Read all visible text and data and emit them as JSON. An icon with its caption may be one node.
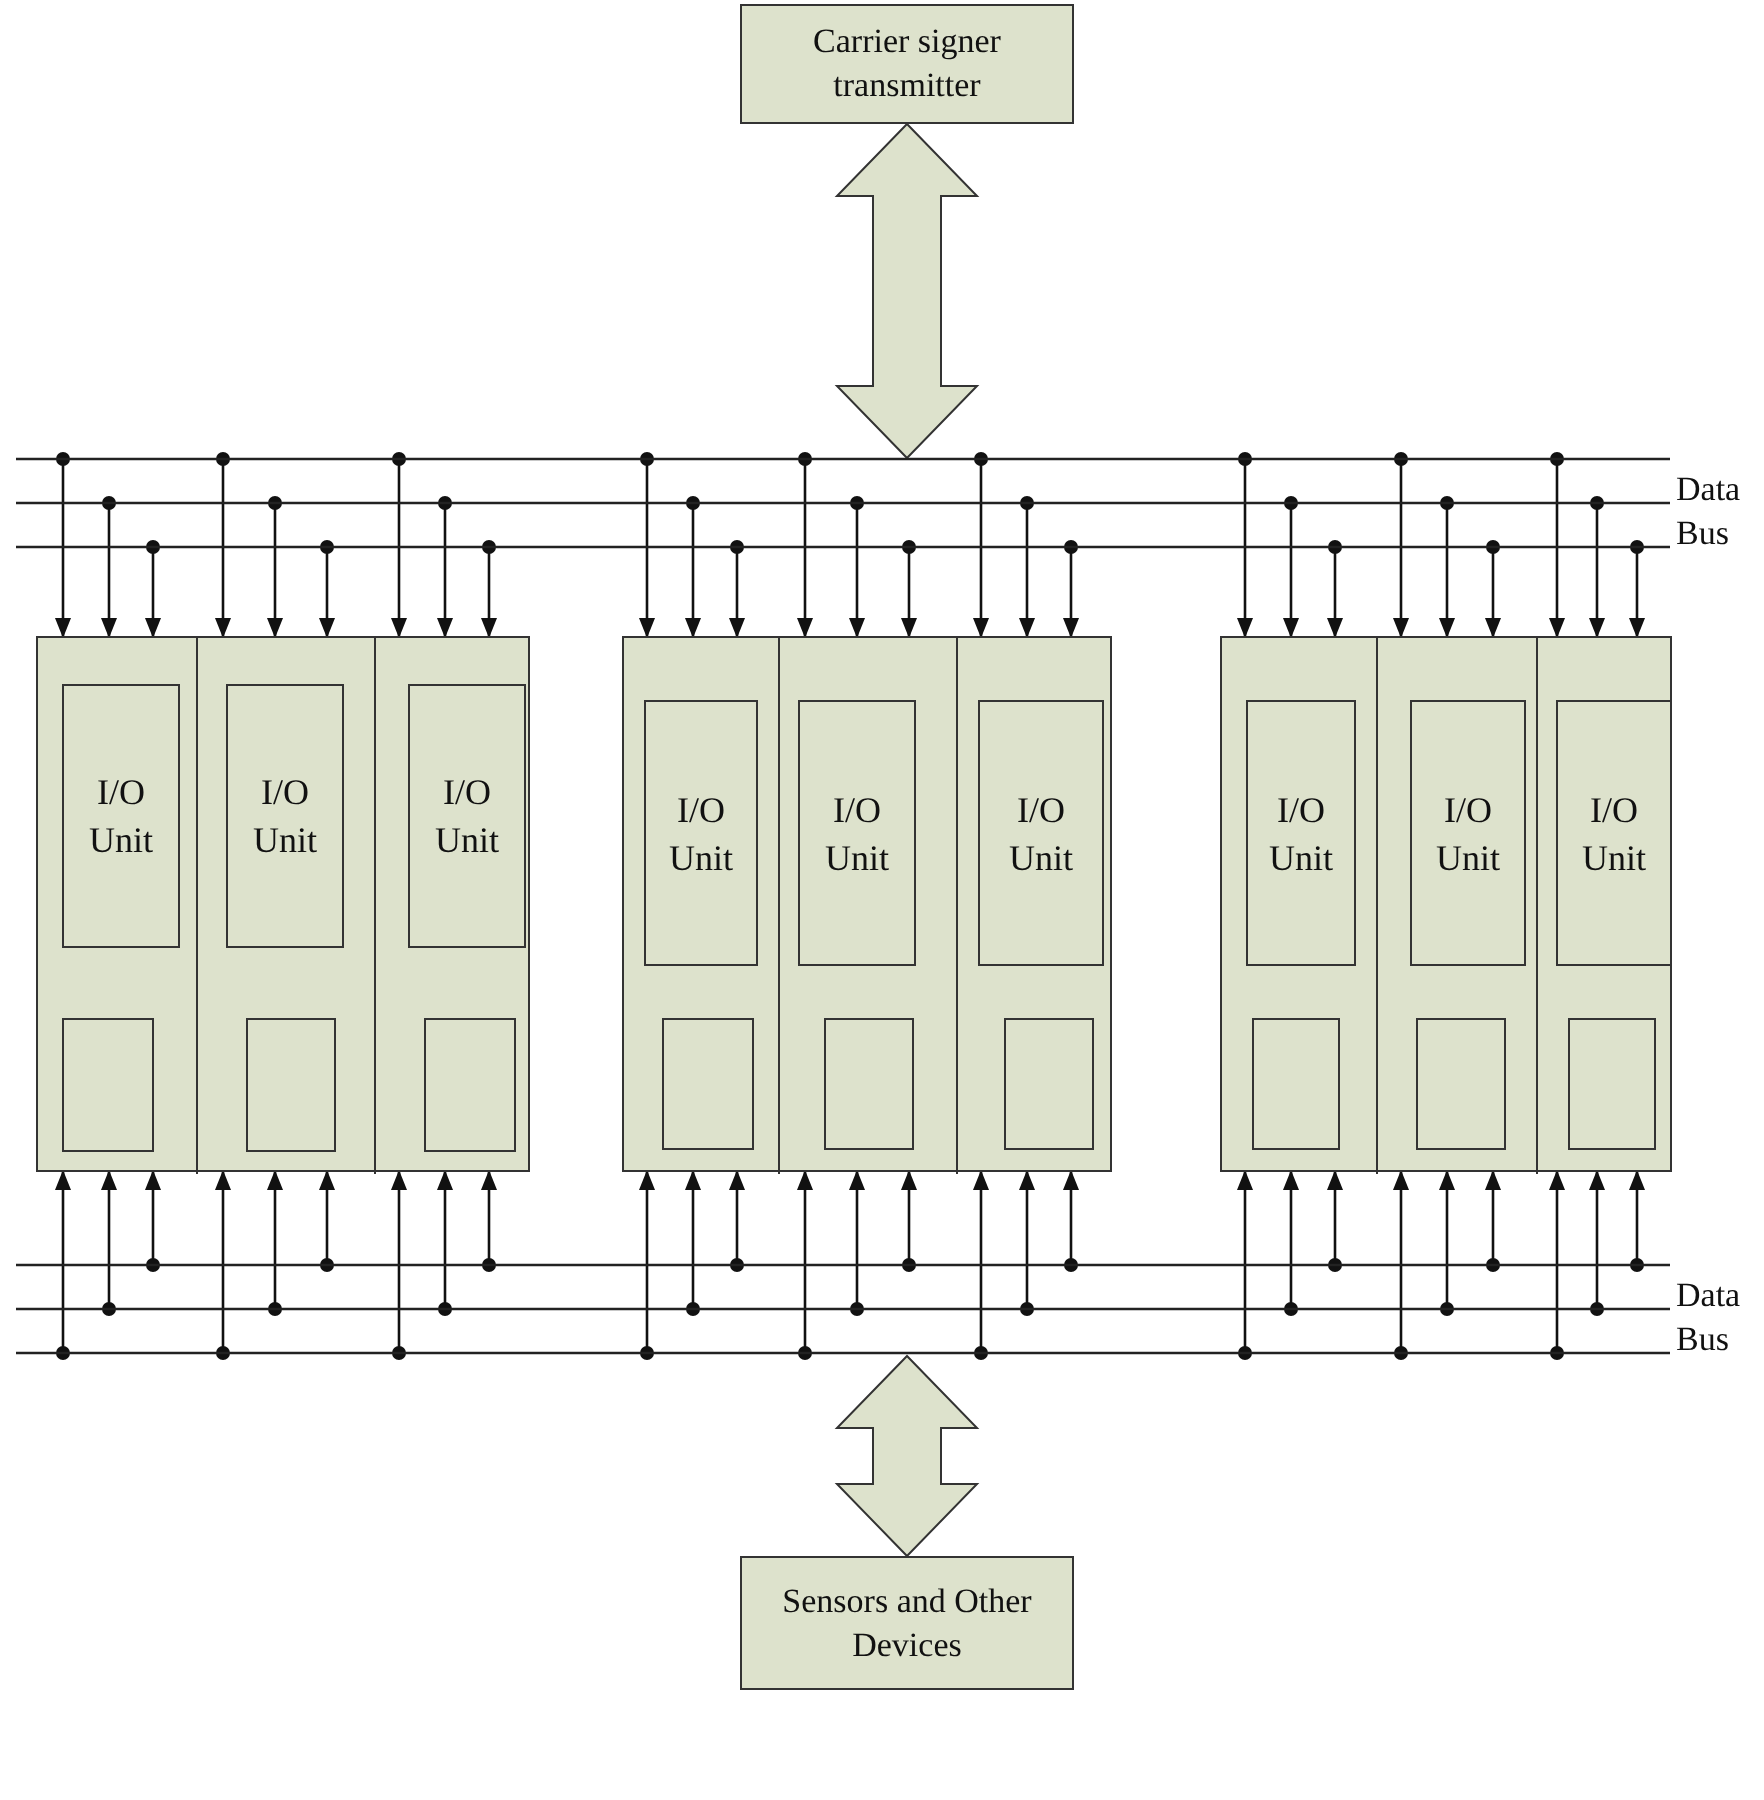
{
  "diagram": {
    "nodes": [
      {
        "text": [
          "Carrier signer transmitter"
        ]
      },
      {
        "text": [
          "Data Bus"
        ]
      },
      {
        "text": [],
        "shape": "box"
      },
      {
        "text": [],
        "shape": "box",
        "in": 2
      },
      {
        "text": [
          "I/O Unit"
        ],
        "in": 3
      },
      {
        "text": [],
        "shape": "box",
        "in": 3
      },
      {
        "text": [],
        "shape": "box",
        "in": 2
      },
      {
        "text": [
          "I/O Unit"
        ],
        "in": 6
      },
      {
        "text": [],
        "shape": "box",
        "in": 6
      },
      {
        "text": [],
        "shape": "box",
        "in": 2
      },
      {
        "text": [
          "I/O Unit"
        ],
        "in": 9
      },
      {
        "text": [],
        "shape": "box",
        "in": 9
      },
      {
        "text": [],
        "shape": "box"
      },
      {
        "text": [],
        "shape": "box",
        "in": 12
      },
      {
        "text": [
          "I/O Unit"
        ],
        "in": 13
      },
      {
        "text": [],
        "shape": "box",
        "in": 13
      },
      {
        "text": [],
        "shape": "box",
        "in": 12
      },
      {
        "text": [
          "I/O Unit"
        ],
        "in": 16
      },
      {
        "text": [],
        "shape": "box",
        "in": 16
      },
      {
        "text": [],
        "shape": "box",
        "in": 12
      },
      {
        "text": [
          "I/O Unit"
        ],
        "in": 19
      },
      {
        "text": [],
        "shape": "box",
        "in": 19
      },
      {
        "text": [],
        "shape": "box"
      },
      {
        "text": [],
        "shape": "box",
        "in": 22
      },
      {
        "text": [
          "I/O Unit"
        ],
        "in": 23
      },
      {
        "text": [],
        "shape": "box",
        "in": 23
      },
      {
        "text": [],
        "shape": "box",
        "in": 22
      },
      {
        "text": [
          "I/O Unit"
        ],
        "in": 26
      },
      {
        "text": [],
        "shape": "box",
        "in": 26
      },
      {
        "text": [],
        "shape": "box",
        "in": 22
      },
      {
        "text": [
          "I/O Unit"
        ],
        "in": 29
      },
      {
        "text": [],
        "shape": "box",
        "in": 29
      },
      {
        "text": [
          "Data Bus"
        ]
      },
      {
        "text": [
          "Sensors and Other Devices"
        ]
      }
    ],
    "edges": [
      {
        "from": 0,
        "to": 1,
        "arrow": "both",
        "style": "thick"
      },
      {
        "from": 1,
        "to": 3,
        "arrow": "to"
      },
      {
        "from": 1,
        "to": 3,
        "arrow": "to"
      },
      {
        "from": 1,
        "to": 3,
        "arrow": "to"
      },
      {
        "from": 1,
        "to": 6,
        "arrow": "to"
      },
      {
        "from": 1,
        "to": 6,
        "arrow": "to"
      },
      {
        "from": 1,
        "to": 6,
        "arrow": "to"
      },
      {
        "from": 1,
        "to": 9,
        "arrow": "to"
      },
      {
        "from": 1,
        "to": 9,
        "arrow": "to"
      },
      {
        "from": 1,
        "to": 9,
        "arrow": "to"
      },
      {
        "from": 1,
        "to": 13,
        "arrow": "to"
      },
      {
        "from": 1,
        "to": 13,
        "arrow": "to"
      },
      {
        "from": 1,
        "to": 13,
        "arrow": "to"
      },
      {
        "from": 1,
        "to": 16,
        "arrow": "to"
      },
      {
        "from": 1,
        "to": 16,
        "arrow": "to"
      },
      {
        "from": 1,
        "to": 16,
        "arrow": "to"
      },
      {
        "from": 1,
        "to": 19,
        "arrow": "to"
      },
      {
        "from": 1,
        "to": 19,
        "arrow": "to"
      },
      {
        "from": 1,
        "to": 19,
        "arrow": "to"
      },
      {
        "from": 1,
        "to": 23,
        "arrow": "to"
      },
      {
        "from": 1,
        "to": 23,
        "arrow": "to"
      },
      {
        "from": 1,
        "to": 23,
        "arrow": "to"
      },
      {
        "from": 1,
        "to": 26,
        "arrow": "to"
      },
      {
        "from": 1,
        "to": 26,
        "arrow": "to"
      },
      {
        "from": 1,
        "to": 26,
        "arrow": "to"
      },
      {
        "from": 1,
        "to": 29,
        "arrow": "to"
      },
      {
        "from": 1,
        "to": 29,
        "arrow": "to"
      },
      {
        "from": 1,
        "to": 29,
        "arrow": "to"
      },
      {
        "from": 32,
        "to": 3,
        "arrow": "to"
      },
      {
        "from": 32,
        "to": 3,
        "arrow": "to"
      },
      {
        "from": 32,
        "to": 3,
        "arrow": "to"
      },
      {
        "from": 32,
        "to": 6,
        "arrow": "to"
      },
      {
        "from": 32,
        "to": 6,
        "arrow": "to"
      },
      {
        "from": 32,
        "to": 6,
        "arrow": "to"
      },
      {
        "from": 32,
        "to": 9,
        "arrow": "to"
      },
      {
        "from": 32,
        "to": 9,
        "arrow": "to"
      },
      {
        "from": 32,
        "to": 9,
        "arrow": "to"
      },
      {
        "from": 32,
        "to": 13,
        "arrow": "to"
      },
      {
        "from": 32,
        "to": 13,
        "arrow": "to"
      },
      {
        "from": 32,
        "to": 13,
        "arrow": "to"
      },
      {
        "from": 32,
        "to": 16,
        "arrow": "to"
      },
      {
        "from": 32,
        "to": 16,
        "arrow": "to"
      },
      {
        "from": 32,
        "to": 16,
        "arrow": "to"
      },
      {
        "from": 32,
        "to": 19,
        "arrow": "to"
      },
      {
        "from": 32,
        "to": 19,
        "arrow": "to"
      },
      {
        "from": 32,
        "to": 19,
        "arrow": "to"
      },
      {
        "from": 32,
        "to": 23,
        "arrow": "to"
      },
      {
        "from": 32,
        "to": 23,
        "arrow": "to"
      },
      {
        "from": 32,
        "to": 23,
        "arrow": "to"
      },
      {
        "from": 32,
        "to": 26,
        "arrow": "to"
      },
      {
        "from": 32,
        "to": 26,
        "arrow": "to"
      },
      {
        "from": 32,
        "to": 26,
        "arrow": "to"
      },
      {
        "from": 32,
        "to": 29,
        "arrow": "to"
      },
      {
        "from": 32,
        "to": 29,
        "arrow": "to"
      },
      {
        "from": 32,
        "to": 29,
        "arrow": "to"
      },
      {
        "from": 32,
        "to": 33,
        "arrow": "both",
        "style": "thick"
      }
    ]
  }
}
